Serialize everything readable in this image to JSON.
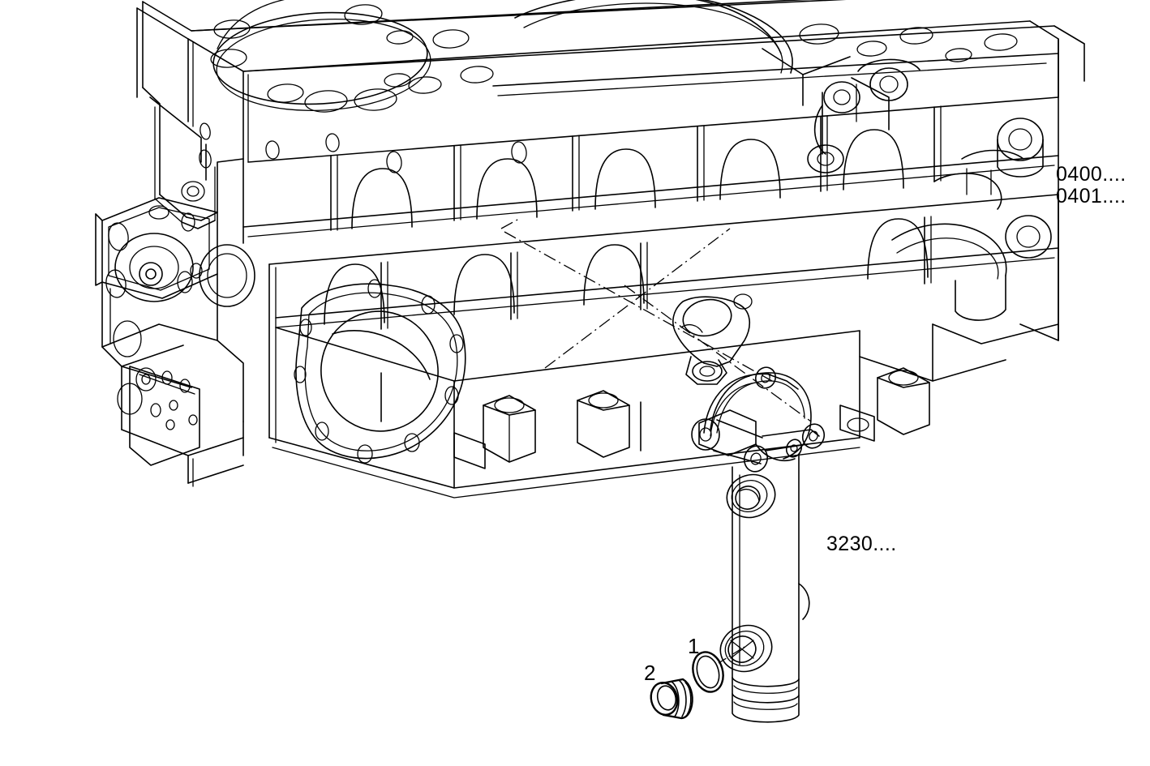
{
  "diagram": {
    "title": "Engine cylinder block with coolant pipe",
    "background_color": "#ffffff",
    "line_color": "#000000",
    "reference_codes": [
      {
        "id": "0400",
        "label": "0400...."
      },
      {
        "id": "0401",
        "label": "0401...."
      },
      {
        "id": "3230",
        "label": "3230...."
      }
    ],
    "item_numbers": [
      {
        "id": "1",
        "label": "1",
        "part": "o-ring-seal"
      },
      {
        "id": "2",
        "label": "2",
        "part": "plug"
      }
    ],
    "components": [
      {
        "name": "cylinder-block",
        "description": "Engine cylinder block shown in isometric line art"
      },
      {
        "name": "coolant-pipe",
        "description": "Coolant transfer pipe with mounting flange"
      },
      {
        "name": "o-ring-seal",
        "description": "O-ring seal for pipe port"
      },
      {
        "name": "plug",
        "description": "Threaded plug"
      }
    ]
  }
}
